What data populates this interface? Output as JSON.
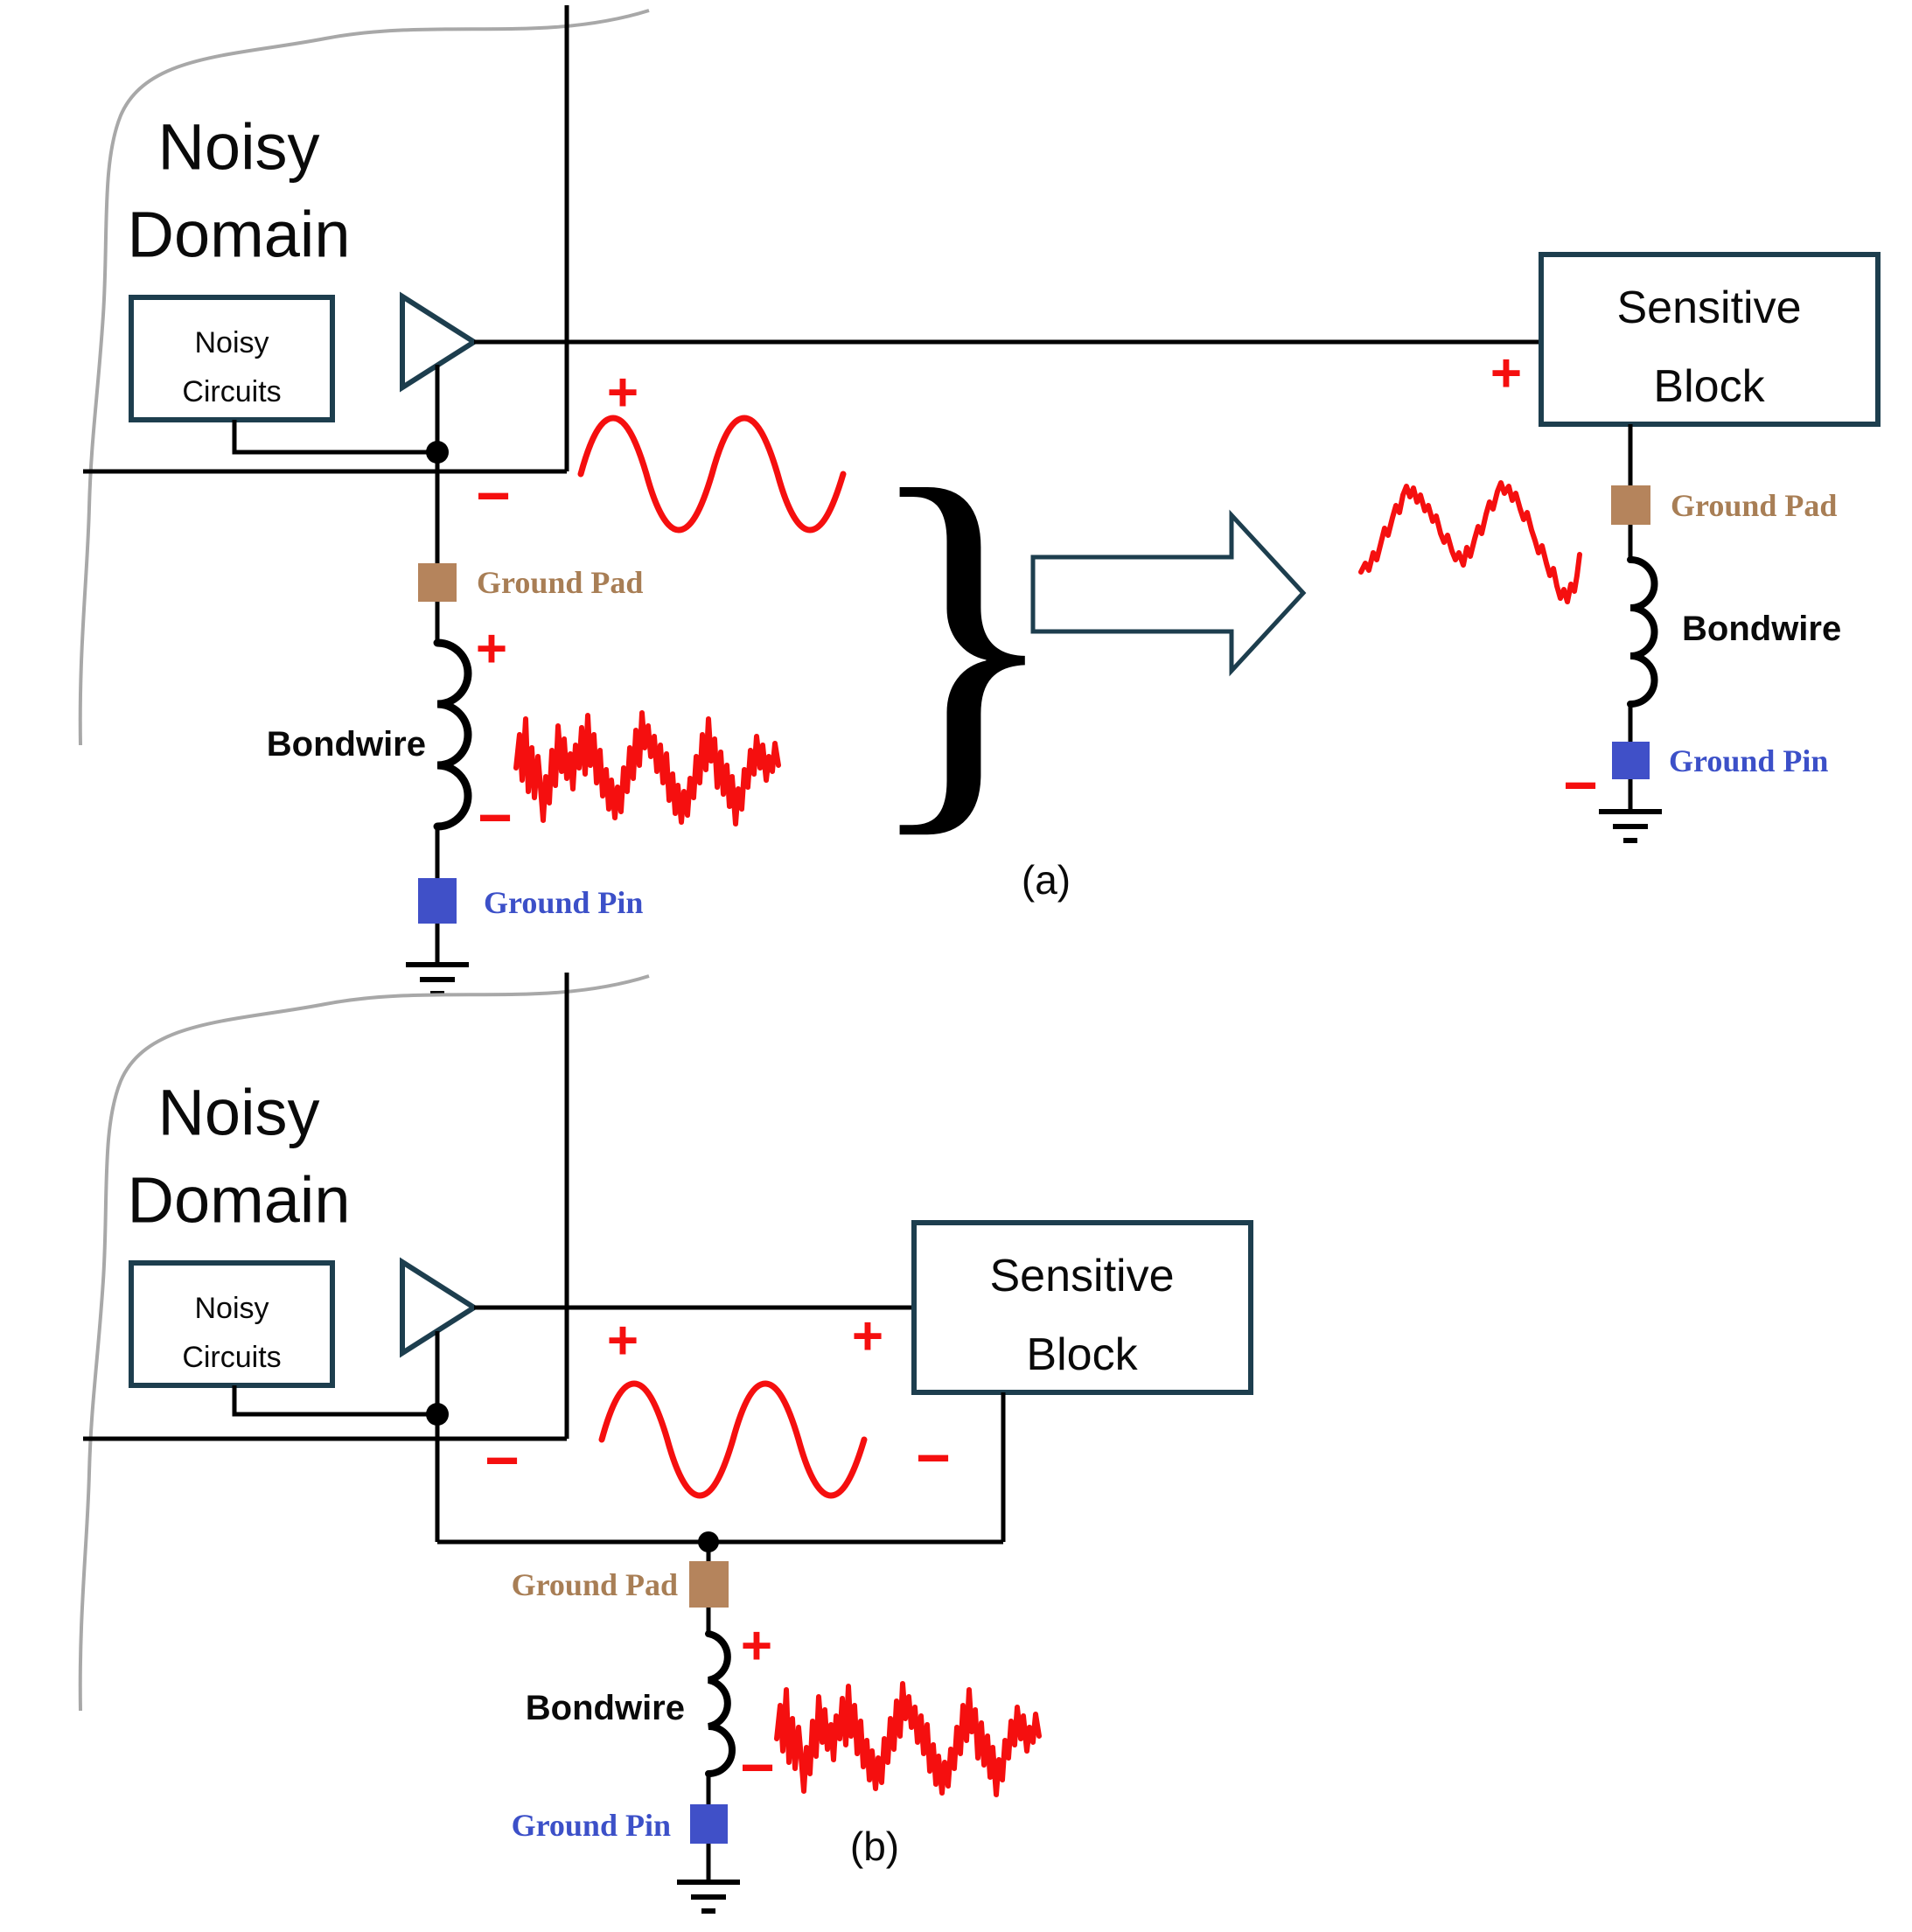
{
  "figure": {
    "caption_a": "(a)",
    "caption_b": "(b)",
    "domain": {
      "title_line1": "Noisy",
      "title_line2": "Domain",
      "circuits_line1": "Noisy",
      "circuits_line2": "Circuits"
    },
    "sensitive_block": {
      "line1": "Sensitive",
      "line2": "Block"
    },
    "labels": {
      "ground_pad": "Ground Pad",
      "ground_pin": "Ground Pin",
      "bondwire": "Bondwire",
      "plus": "+",
      "minus": "−"
    },
    "colors": {
      "accent_teal": "#1d3e4e",
      "pad_brown": "#b5845c",
      "pad_label_brown": "#a87e55",
      "pin_blue": "#4050c8",
      "pin_label_blue": "#3c50c8",
      "signal_red": "#f50f0f",
      "wire_black": "#000000",
      "torn_edge_gray": "#a8a8a8"
    }
  }
}
